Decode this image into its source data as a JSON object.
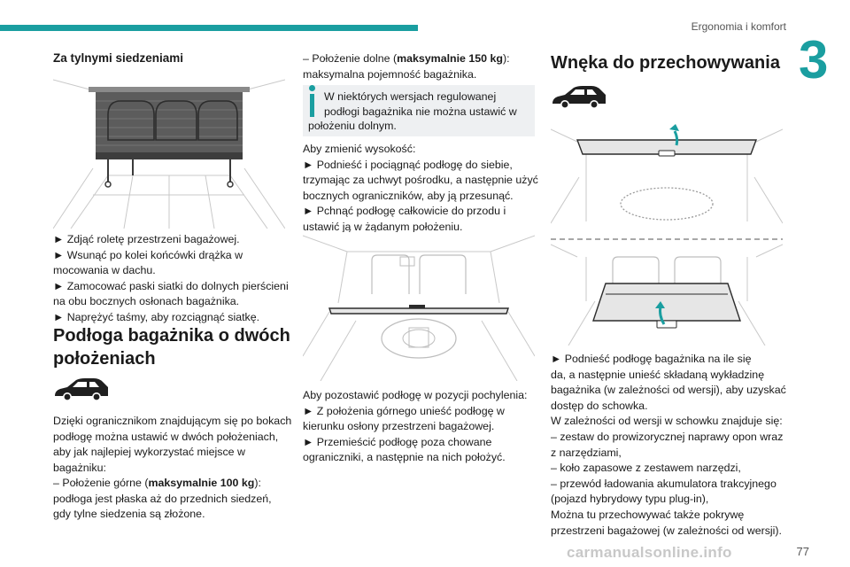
{
  "header": {
    "section_title": "Ergonomia i komfort",
    "chapter_number": "3",
    "accent_color": "#1a9ea0"
  },
  "col1": {
    "heading": "Za tylnymi siedzeniami",
    "steps": [
      "► Zdjąć roletę przestrzeni bagażowej.",
      "► Wsunąć po kolei końcówki drążka w",
      "mocowania w dachu.",
      "► Zamocować paski siatki do dolnych pierścieni",
      "na obu bocznych osłonach bagażnika.",
      "► Naprężyć taśmy, aby rozciągnąć siatkę."
    ],
    "section_heading_line1": "Podłoga bagażnika o dwóch",
    "section_heading_line2": "położeniach",
    "car_icon": "suv-car-icon",
    "intro": [
      "Dzięki ogranicznikom znajdującym się po bokach",
      "podłogę można ustawić w dwóch położeniach,",
      "aby jak najlepiej wykorzystać miejsce w",
      "bagażniku:"
    ],
    "upper_prefix": "– Położenie górne (",
    "upper_bold": "maksymalnie 100 kg",
    "upper_suffix": "):",
    "upper_desc": [
      "podłoga jest płaska aż do przednich siedzeń,",
      "gdy tylne siedzenia są złożone."
    ]
  },
  "col2": {
    "lower_prefix": "– Położenie dolne (",
    "lower_bold": "maksymalnie 150 kg",
    "lower_suffix": "):",
    "lower_desc": "maksymalna pojemność bagażnika.",
    "note_lines": [
      "W niektórych wersjach regulowanej",
      "podłogi bagażnika nie można ustawić w"
    ],
    "note_last": "położeniu dolnym.",
    "change_steps": [
      "Aby zmienić wysokość:",
      "► Podnieść i pociągnąć podłogę do siebie,",
      "trzymając za uchwyt pośrodku, a następnie użyć",
      "bocznych ograniczników, aby ją przesunąć.",
      "► Pchnąć podłogę całkowicie do przodu i",
      "ustawić ją w żądanym położeniu."
    ],
    "incline_steps": [
      "Aby pozostawić podłogę w pozycji pochylenia:",
      "► Z położenia górnego unieść podłogę w",
      "kierunku osłony przestrzeni bagażowej.",
      "► Przemieścić podłogę poza chowane",
      "ograniczniki, a następnie na nich położyć."
    ]
  },
  "col3": {
    "heading": "Wnęka do przechowywania",
    "car_icon": "suv-car-icon",
    "text": [
      "► Podnieść podłogę bagażnika na ile się",
      "da, a następnie unieść składaną wykładzinę",
      "bagażnika (w zależności od wersji), aby uzyskać",
      "dostęp do schowka.",
      "W zależności od wersji w schowku znajduje się:",
      "– zestaw do prowizorycznej naprawy opon wraz",
      "z narzędziami,",
      "– koło zapasowe z zestawem narzędzi,",
      "– przewód ładowania akumulatora trakcyjnego",
      "(pojazd hybrydowy typu plug-in),",
      "Można tu przechowywać także pokrywę",
      "przestrzeni bagażowej (w zależności od wersji)."
    ]
  },
  "footer": {
    "watermark": "carmanualsonline.info",
    "page_number": "77"
  }
}
